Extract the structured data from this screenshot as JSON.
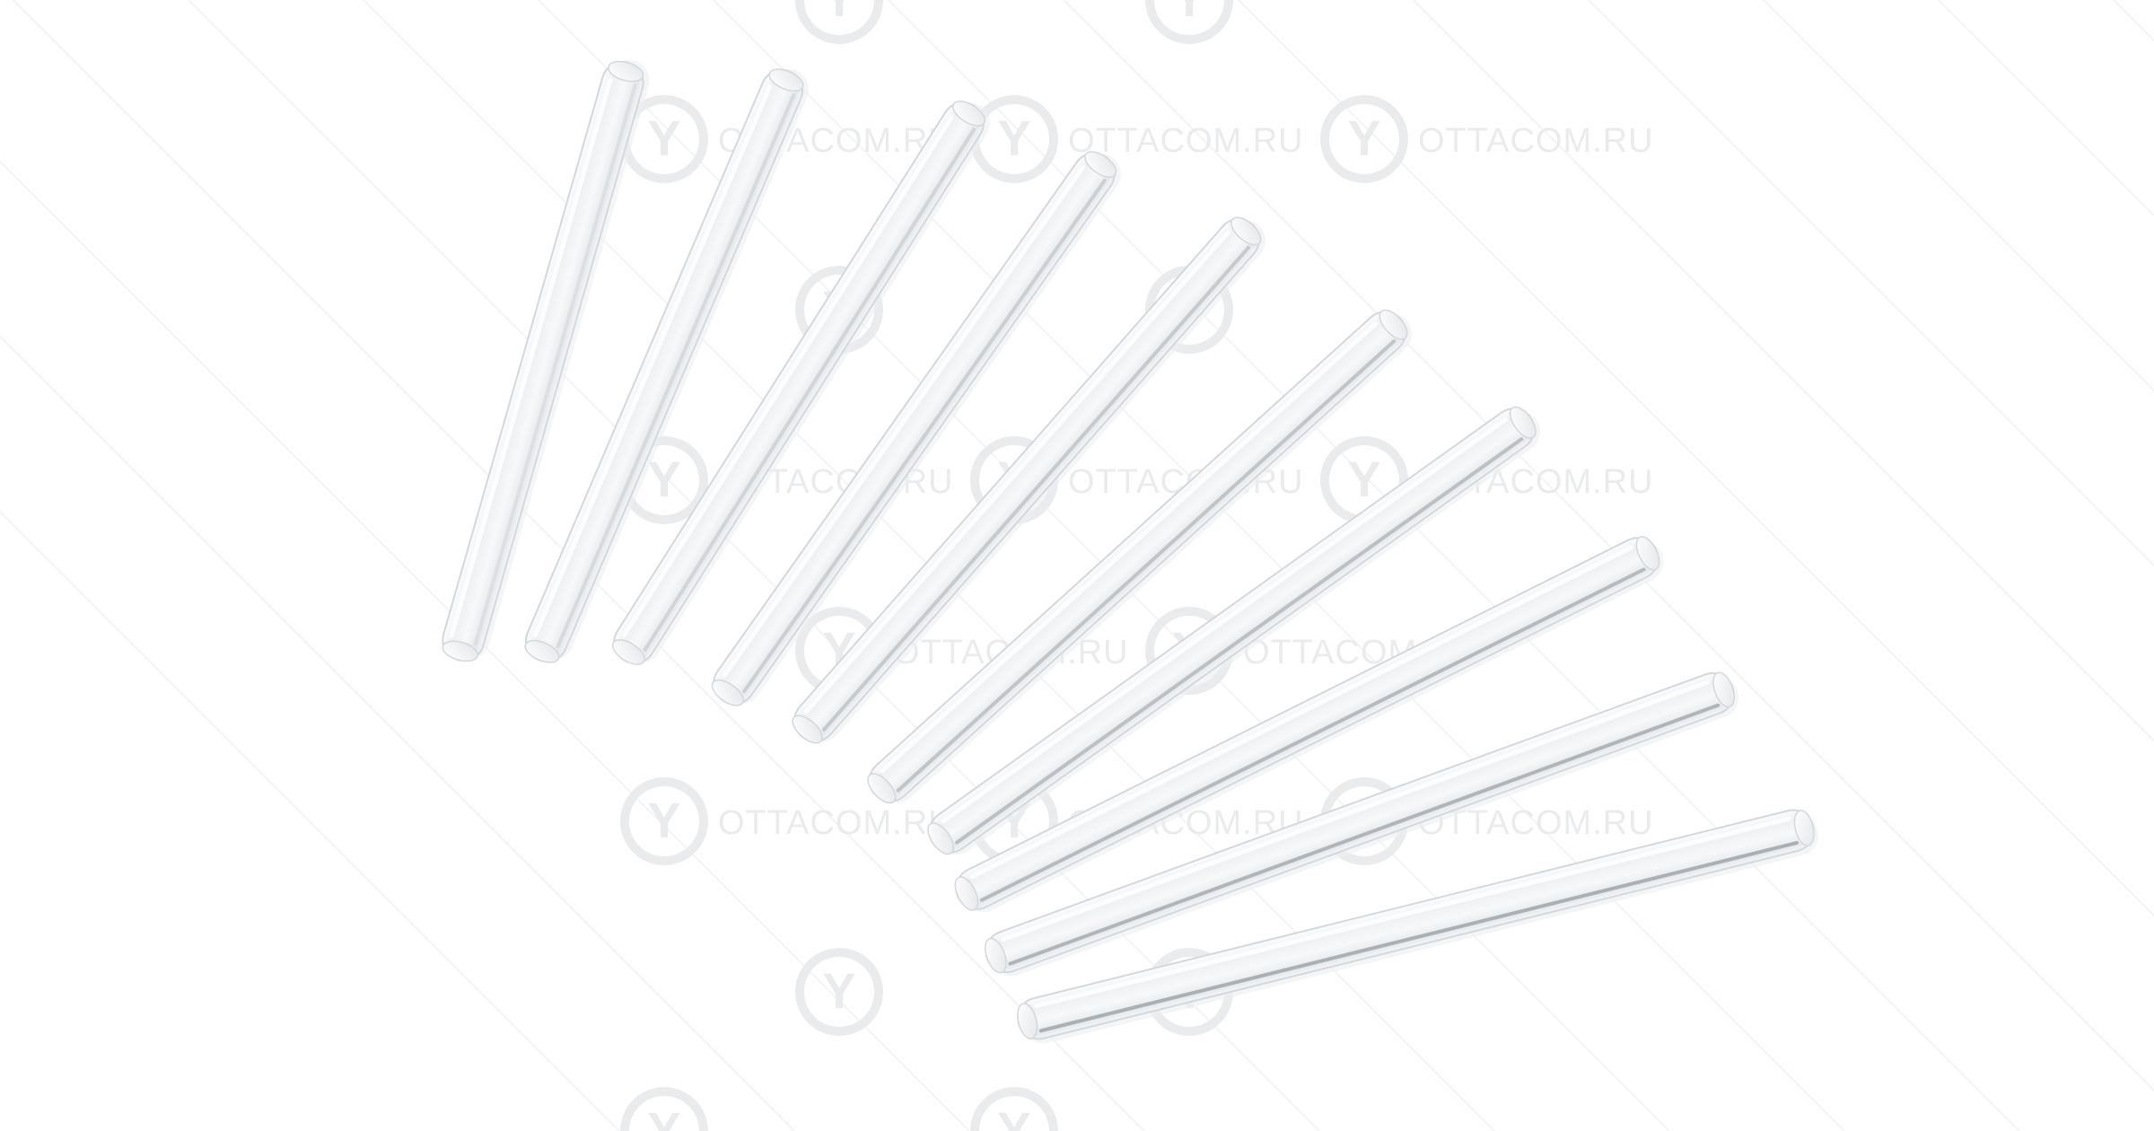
{
  "photo": {
    "subject": "fiber optic splice protection sleeves",
    "sleeve_count": 10,
    "background_color": "#ffffff",
    "sleeve_color": "#f1f3f5",
    "sleeve_edge_color": "#d4d8dd",
    "steel_rod_color": "#9aa0a6"
  },
  "watermark": {
    "text": "OTTACOM.RU",
    "logo_letter": "Y",
    "color": "#e9ebed"
  }
}
